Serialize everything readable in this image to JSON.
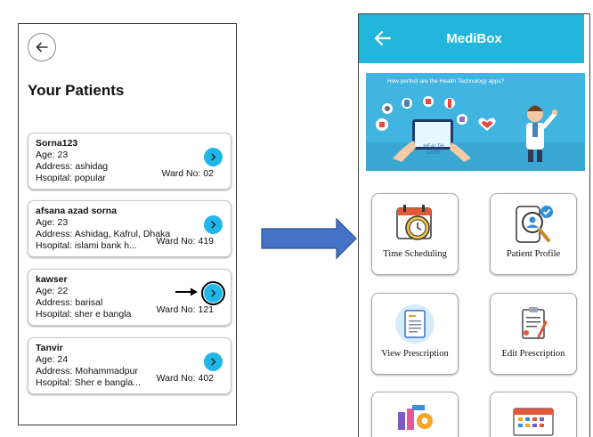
{
  "left_screen": {
    "title": "Your Patients",
    "patients": [
      {
        "name": "Sorna123",
        "age": "Age: 23",
        "address": "Address: ashidag",
        "hospital": "Hsopital: popular",
        "ward": "Ward No: 02"
      },
      {
        "name": "afsana azad sorna",
        "age": "Age: 23",
        "address": "Address: Ashidag, Kafrul, Dhaka",
        "hospital": "Hsopital: islami bank h...",
        "ward": "Ward No: 419"
      },
      {
        "name": "kawser",
        "age": "Age: 22",
        "address": "Address: barisal",
        "hospital": "Hsopital: sher e bangla",
        "ward": "Ward No: 121",
        "highlighted": true
      },
      {
        "name": "Tanvir",
        "age": "Age: 24",
        "address": "Address: Mohammadpur",
        "hospital": "Hsopital: Sher e bangla...",
        "ward": "Ward No: 402"
      }
    ],
    "accent_color": "#21b6e8"
  },
  "right_screen": {
    "app_title": "MediBox",
    "header_color": "#22b6dd",
    "banner": {
      "text": "How perfect are the Health Technology apps?",
      "tablet_text": "HEALTH CARE"
    },
    "menu": [
      {
        "label": "Time Scheduling",
        "icon": "clock-calendar-icon"
      },
      {
        "label": "Patient Profile",
        "icon": "patient-search-icon"
      },
      {
        "label": "View Prescription",
        "icon": "prescription-view-icon"
      },
      {
        "label": "Edit Prescription",
        "icon": "prescription-edit-icon"
      }
    ]
  },
  "icons": {
    "back": "back-arrow-icon",
    "next": "chevron-right-icon",
    "transition": "large-right-arrow-icon"
  }
}
